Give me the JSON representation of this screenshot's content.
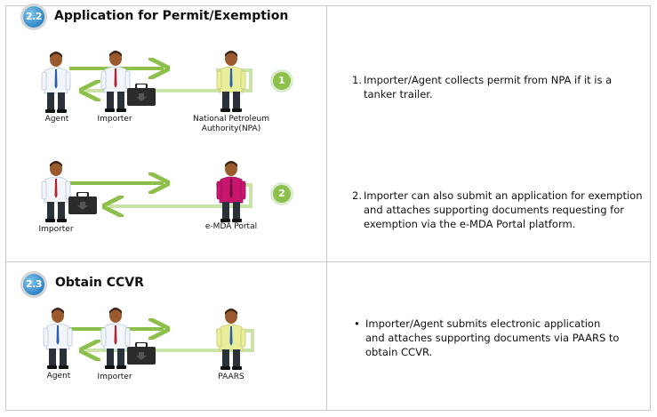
{
  "section_22": {
    "badge": "2.2",
    "title": "Application for Permit/Exemption",
    "flow1": {
      "actors": [
        "Agent",
        "Importer"
      ],
      "target_line1": "National Petroleum",
      "target_line2": "Authority(NPA)",
      "step": "1",
      "desc_num": "1.",
      "desc": "Importer/Agent collects permit from NPA if it is a tanker trailer."
    },
    "flow2": {
      "actor": "Importer",
      "target": "e-MDA Portal",
      "step": "2",
      "desc_num": "2.",
      "desc": "Importer can also submit an application for exemption and attaches supporting documents requesting for exemption via the e-MDA Portal platform."
    }
  },
  "section_23": {
    "badge": "2.3",
    "title": "Obtain CCVR",
    "actors": [
      "Agent",
      "Importer"
    ],
    "target": "PAARS",
    "desc_bullet": "•",
    "desc": "Importer/Agent submits electronic application and attaches supporting documents via PAARS to obtain CCVR."
  },
  "colors": {
    "arrow_green": "#8cc04b",
    "badge_blue": "#2f86c5",
    "shirt_white": "#f2f6fb",
    "shirt_yellow": "#e9ee9a",
    "shirt_magenta": "#c8166f",
    "skin": "#9a5a2e"
  }
}
